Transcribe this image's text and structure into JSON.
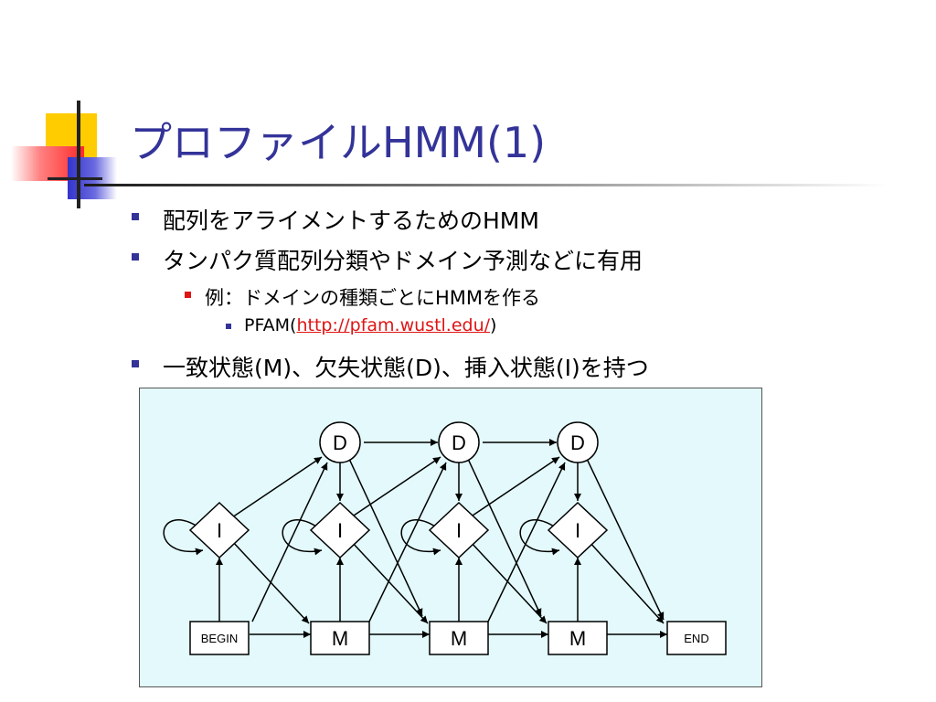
{
  "slide": {
    "title": "プロファイルHMM(1)",
    "bullets": {
      "b1": "配列をアライメントするためのHMM",
      "b2": "タンパク質配列分類やドメイン予測などに有用",
      "b2a": "例：ドメインの種類ごとにHMMを作る",
      "b2b_prefix": "PFAM(",
      "b2b_link": "http://pfam.wustl.edu/",
      "b2b_suffix": ")",
      "b3": "一致状態(M)、欠失状態(D)、挿入状態(I)を持つ"
    }
  },
  "diagram": {
    "background": "#e3f9fb",
    "states": {
      "begin": "BEGIN",
      "end": "END",
      "match": "M",
      "delete": "D",
      "insert": "I"
    }
  },
  "colors": {
    "title": "#333399",
    "bullet_l1": "#333399",
    "bullet_l2": "#e01414",
    "link": "#e01414"
  }
}
